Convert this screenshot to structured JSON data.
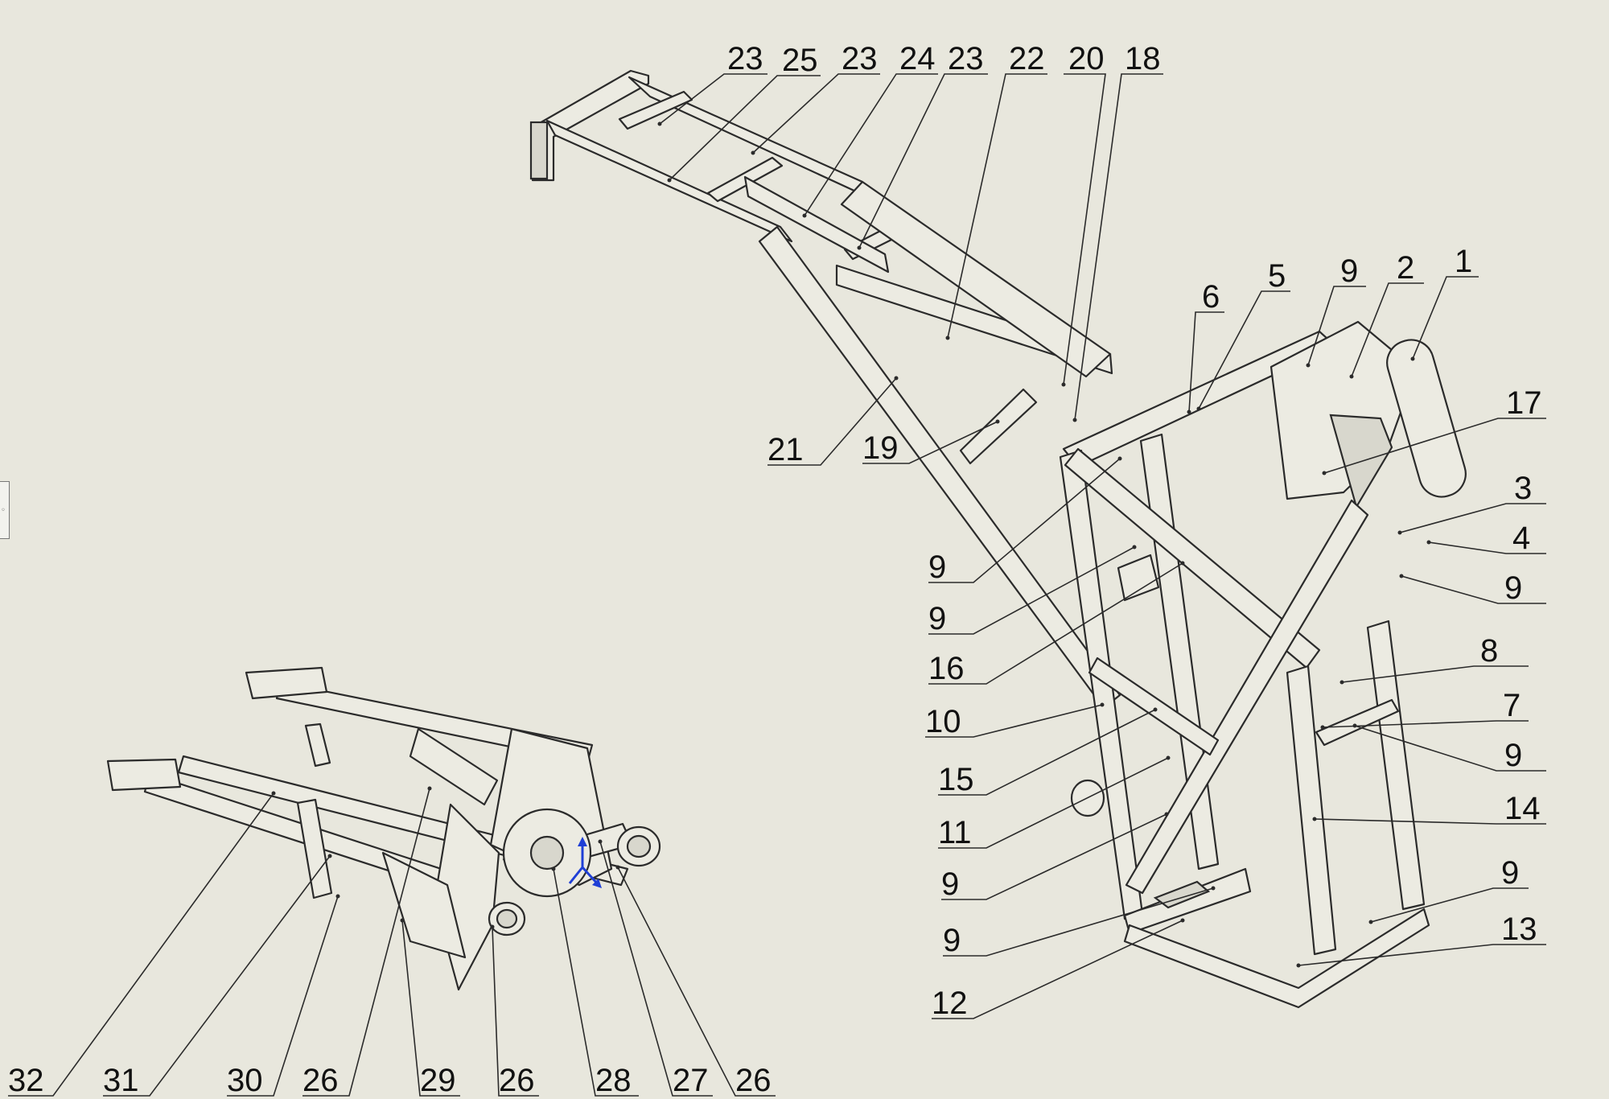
{
  "drawing": {
    "main_frame_callouts": [
      "23",
      "25",
      "23",
      "24",
      "23",
      "22",
      "20",
      "18",
      "6",
      "5",
      "9",
      "2",
      "1",
      "17",
      "3",
      "4",
      "9",
      "8",
      "7",
      "9",
      "14",
      "9",
      "13",
      "21",
      "19",
      "9",
      "9",
      "16",
      "10",
      "15",
      "11",
      "9",
      "9",
      "12"
    ],
    "swingarm_callouts": [
      "32",
      "31",
      "30",
      "26",
      "29",
      "26",
      "28",
      "27",
      "26"
    ]
  },
  "ui": {
    "side_handle_icon": "collapse-handle-icon",
    "triad_icon": "coordinate-triad-icon"
  },
  "colors": {
    "background": "#e8e7dd",
    "line": "#2b2b2b",
    "triad": "#1f3fd6"
  }
}
